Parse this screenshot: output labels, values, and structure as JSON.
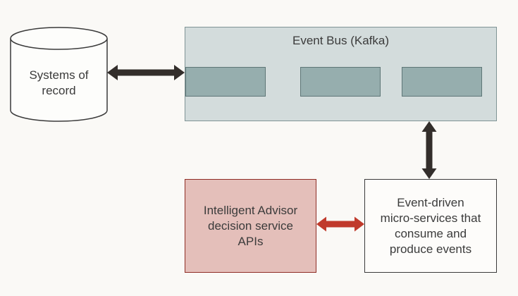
{
  "canvas": {
    "background": "#faf9f6"
  },
  "colors": {
    "event_bus_fill": "#d3dcdc",
    "event_bus_border": "#7f9495",
    "topic_fill": "#96aeae",
    "topic_border": "#5e7677",
    "advisor_fill": "#e4bfba",
    "advisor_border": "#8f2e26",
    "micro_fill": "#fdfcfa",
    "dark_border": "#3a3a3a",
    "black_arrow": "#332e2b",
    "red_arrow": "#c03a2c",
    "text": "#3b3b3b"
  },
  "nodes": {
    "systems_of_record": {
      "label": "Systems of\nrecord"
    },
    "event_bus": {
      "title": "Event Bus (Kafka)",
      "topic_count": 3
    },
    "advisor": {
      "label": "Intelligent Advisor\ndecision service\nAPIs"
    },
    "microservices": {
      "label": "Event-driven\nmicro-services that\nconsume and\nproduce events"
    }
  },
  "connections": [
    {
      "from": "systems_of_record",
      "to": "event_bus",
      "direction": "bidirectional",
      "color": "#332e2b"
    },
    {
      "from": "event_bus",
      "to": "microservices",
      "direction": "bidirectional",
      "color": "#332e2b"
    },
    {
      "from": "advisor",
      "to": "microservices",
      "direction": "bidirectional",
      "color": "#c03a2c"
    }
  ]
}
